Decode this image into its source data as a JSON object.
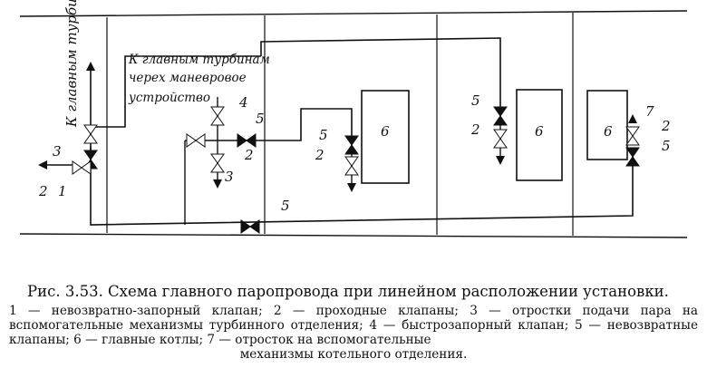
{
  "diagram": {
    "labels": {
      "to_main_turbines_vertical": "К главным турбинам",
      "to_main_turbines_line1": "К главным турбинам",
      "to_main_turbines_line2": "черех маневровое",
      "to_main_turbines_line3": "устройство",
      "n1": "1",
      "n2": "2",
      "n3": "3",
      "n4": "4",
      "n5": "5",
      "n6": "6",
      "n7": "7"
    },
    "boilers": [
      "6",
      "6",
      "6"
    ]
  },
  "caption": {
    "title": "Рис. 3.53. Схема главного паропровода при линейном расположении установки.",
    "body": "1 — невозвратно-запорный клапан; 2 — проходные клапаны; 3 — отростки подачи пара на вспомогательные механизмы турбинного отделения; 4 — быстрозапорный клапан; 5 — невозвратные клапаны; 6 — главные котлы; 7 — отросток на вспомогательные",
    "last": "механизмы котельного отделения."
  }
}
